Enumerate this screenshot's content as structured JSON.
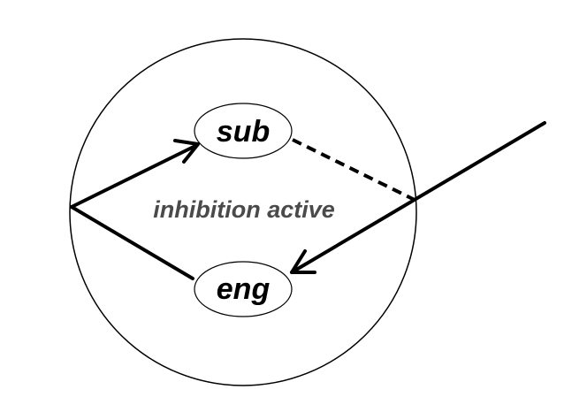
{
  "diagram": {
    "nodes": {
      "sub": {
        "label": "sub"
      },
      "eng": {
        "label": "eng"
      }
    },
    "center_label": "inhibition active",
    "edges": [
      {
        "from": "left-vertex",
        "to": "sub",
        "style": "solid",
        "arrow": "open"
      },
      {
        "from": "left-vertex",
        "to": "eng",
        "style": "solid",
        "arrow": "none"
      },
      {
        "from": "sub",
        "to": "right-vertex",
        "style": "dashed",
        "arrow": "none"
      },
      {
        "from": "outside",
        "to": "eng",
        "style": "solid",
        "arrow": "open"
      }
    ],
    "colors": {
      "stroke": "#000000",
      "center_text": "#4a4a4a",
      "background": "#ffffff"
    }
  }
}
